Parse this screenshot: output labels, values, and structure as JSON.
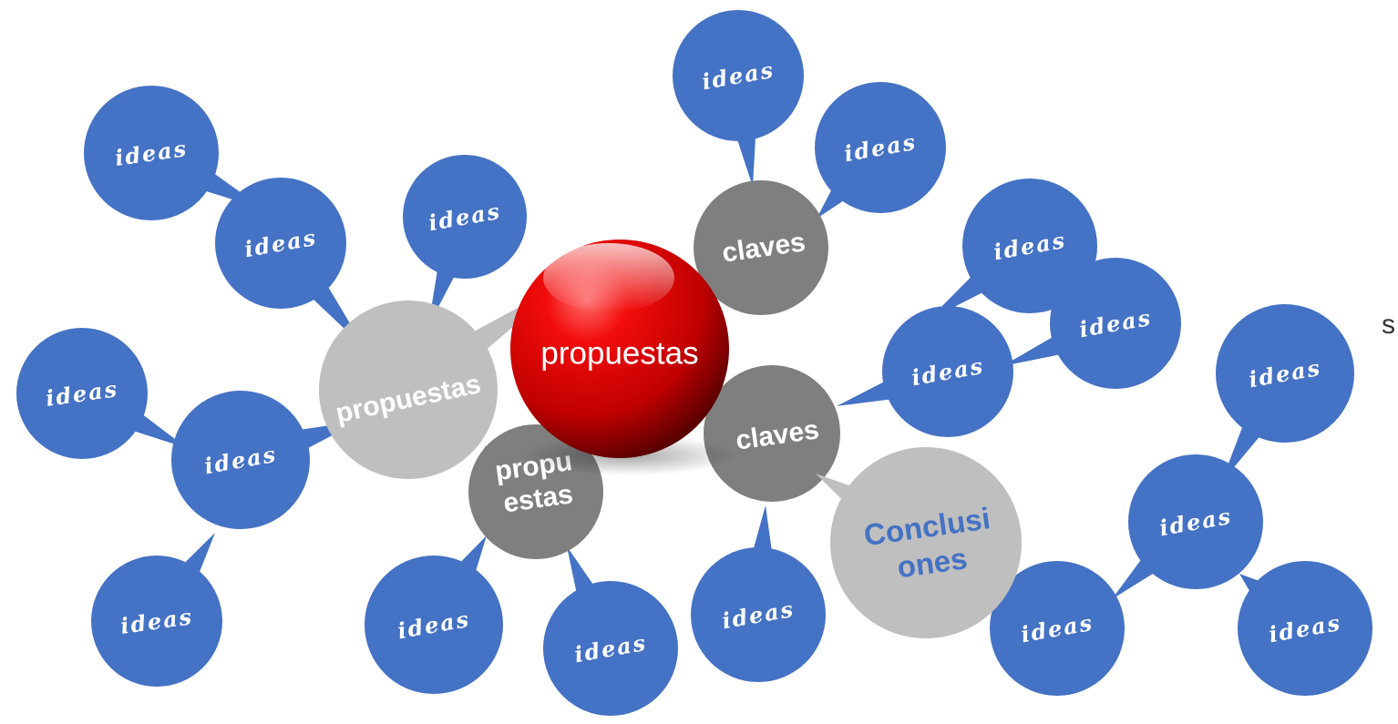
{
  "edge_label": "s",
  "center": {
    "label": "propuestas"
  },
  "hubs": [
    {
      "key": "propuestas-light",
      "label_lines": [
        "propuestas"
      ]
    },
    {
      "key": "propuestas-dark",
      "label_lines": [
        "propu",
        "estas"
      ]
    },
    {
      "key": "claves-top",
      "label_lines": [
        "claves"
      ]
    },
    {
      "key": "claves-bottom",
      "label_lines": [
        "claves"
      ]
    },
    {
      "key": "conclusiones",
      "label_lines": [
        "Conclusi",
        "ones"
      ]
    }
  ],
  "idea_label": "ideas",
  "colors": {
    "idea_blue": "#4472c4",
    "hub_dark_gray": "#7f7f7f",
    "hub_light_gray": "#bfbfbf",
    "center_red": "#e00000",
    "conclusion_text": "#4472c4"
  }
}
